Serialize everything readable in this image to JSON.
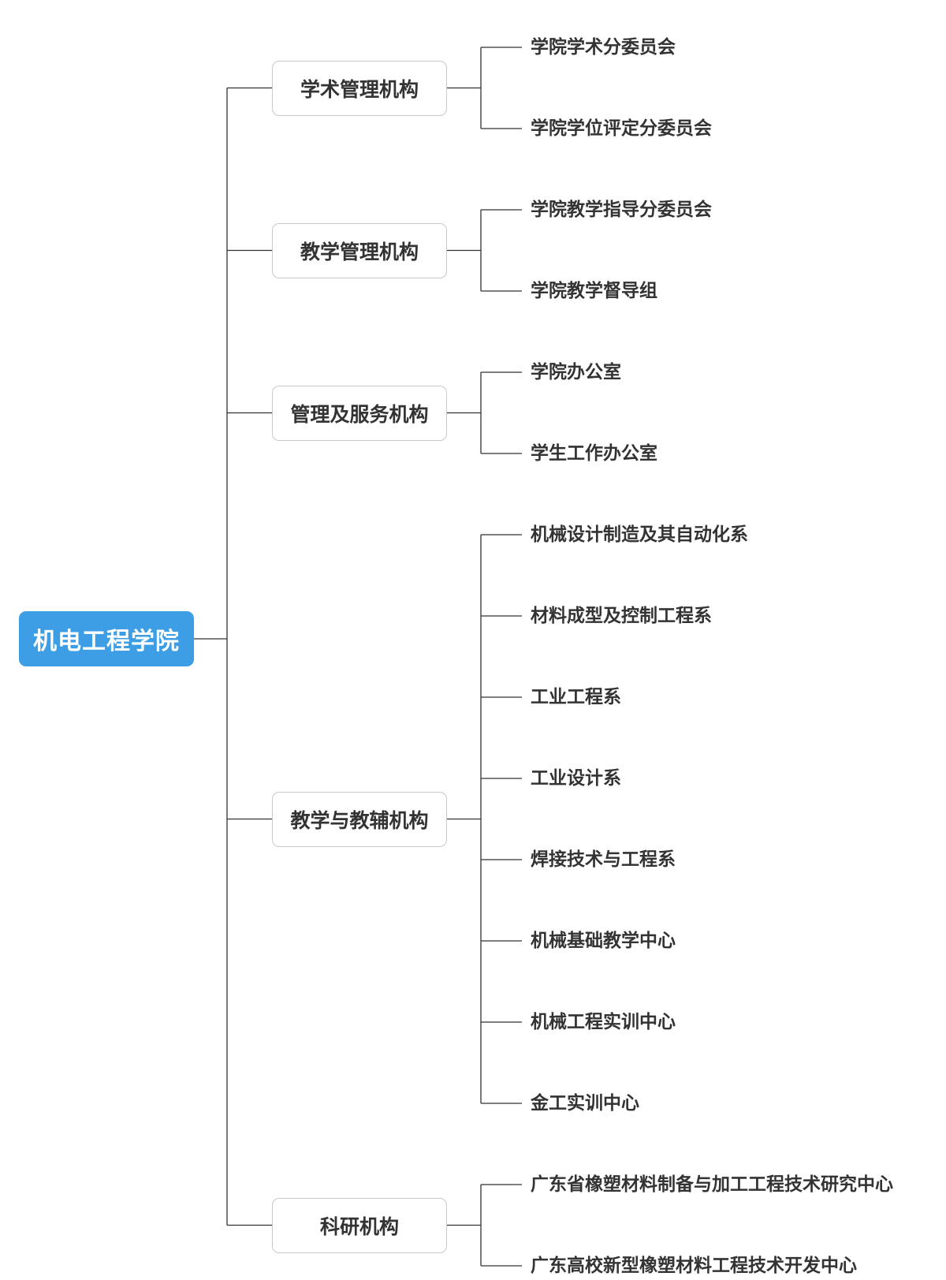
{
  "colors": {
    "root_bg": "#3d9ee6",
    "line": "#333333"
  },
  "root": {
    "label": "机电工程学院"
  },
  "branches": [
    {
      "label": "学术管理机构",
      "children": [
        "学院学术分委员会",
        "学院学位评定分委员会"
      ]
    },
    {
      "label": "教学管理机构",
      "children": [
        "学院教学指导分委员会",
        "学院教学督导组"
      ]
    },
    {
      "label": "管理及服务机构",
      "children": [
        "学院办公室",
        "学生工作办公室"
      ]
    },
    {
      "label": "教学与教辅机构",
      "children": [
        "机械设计制造及其自动化系",
        "材料成型及控制工程系",
        "工业工程系",
        "工业设计系",
        "焊接技术与工程系",
        "机械基础教学中心",
        "机械工程实训中心",
        "金工实训中心"
      ]
    },
    {
      "label": "科研机构",
      "children": [
        "广东省橡塑材料制备与加工工程技术研究中心",
        "广东高校新型橡塑材料工程技术开发中心"
      ]
    }
  ]
}
